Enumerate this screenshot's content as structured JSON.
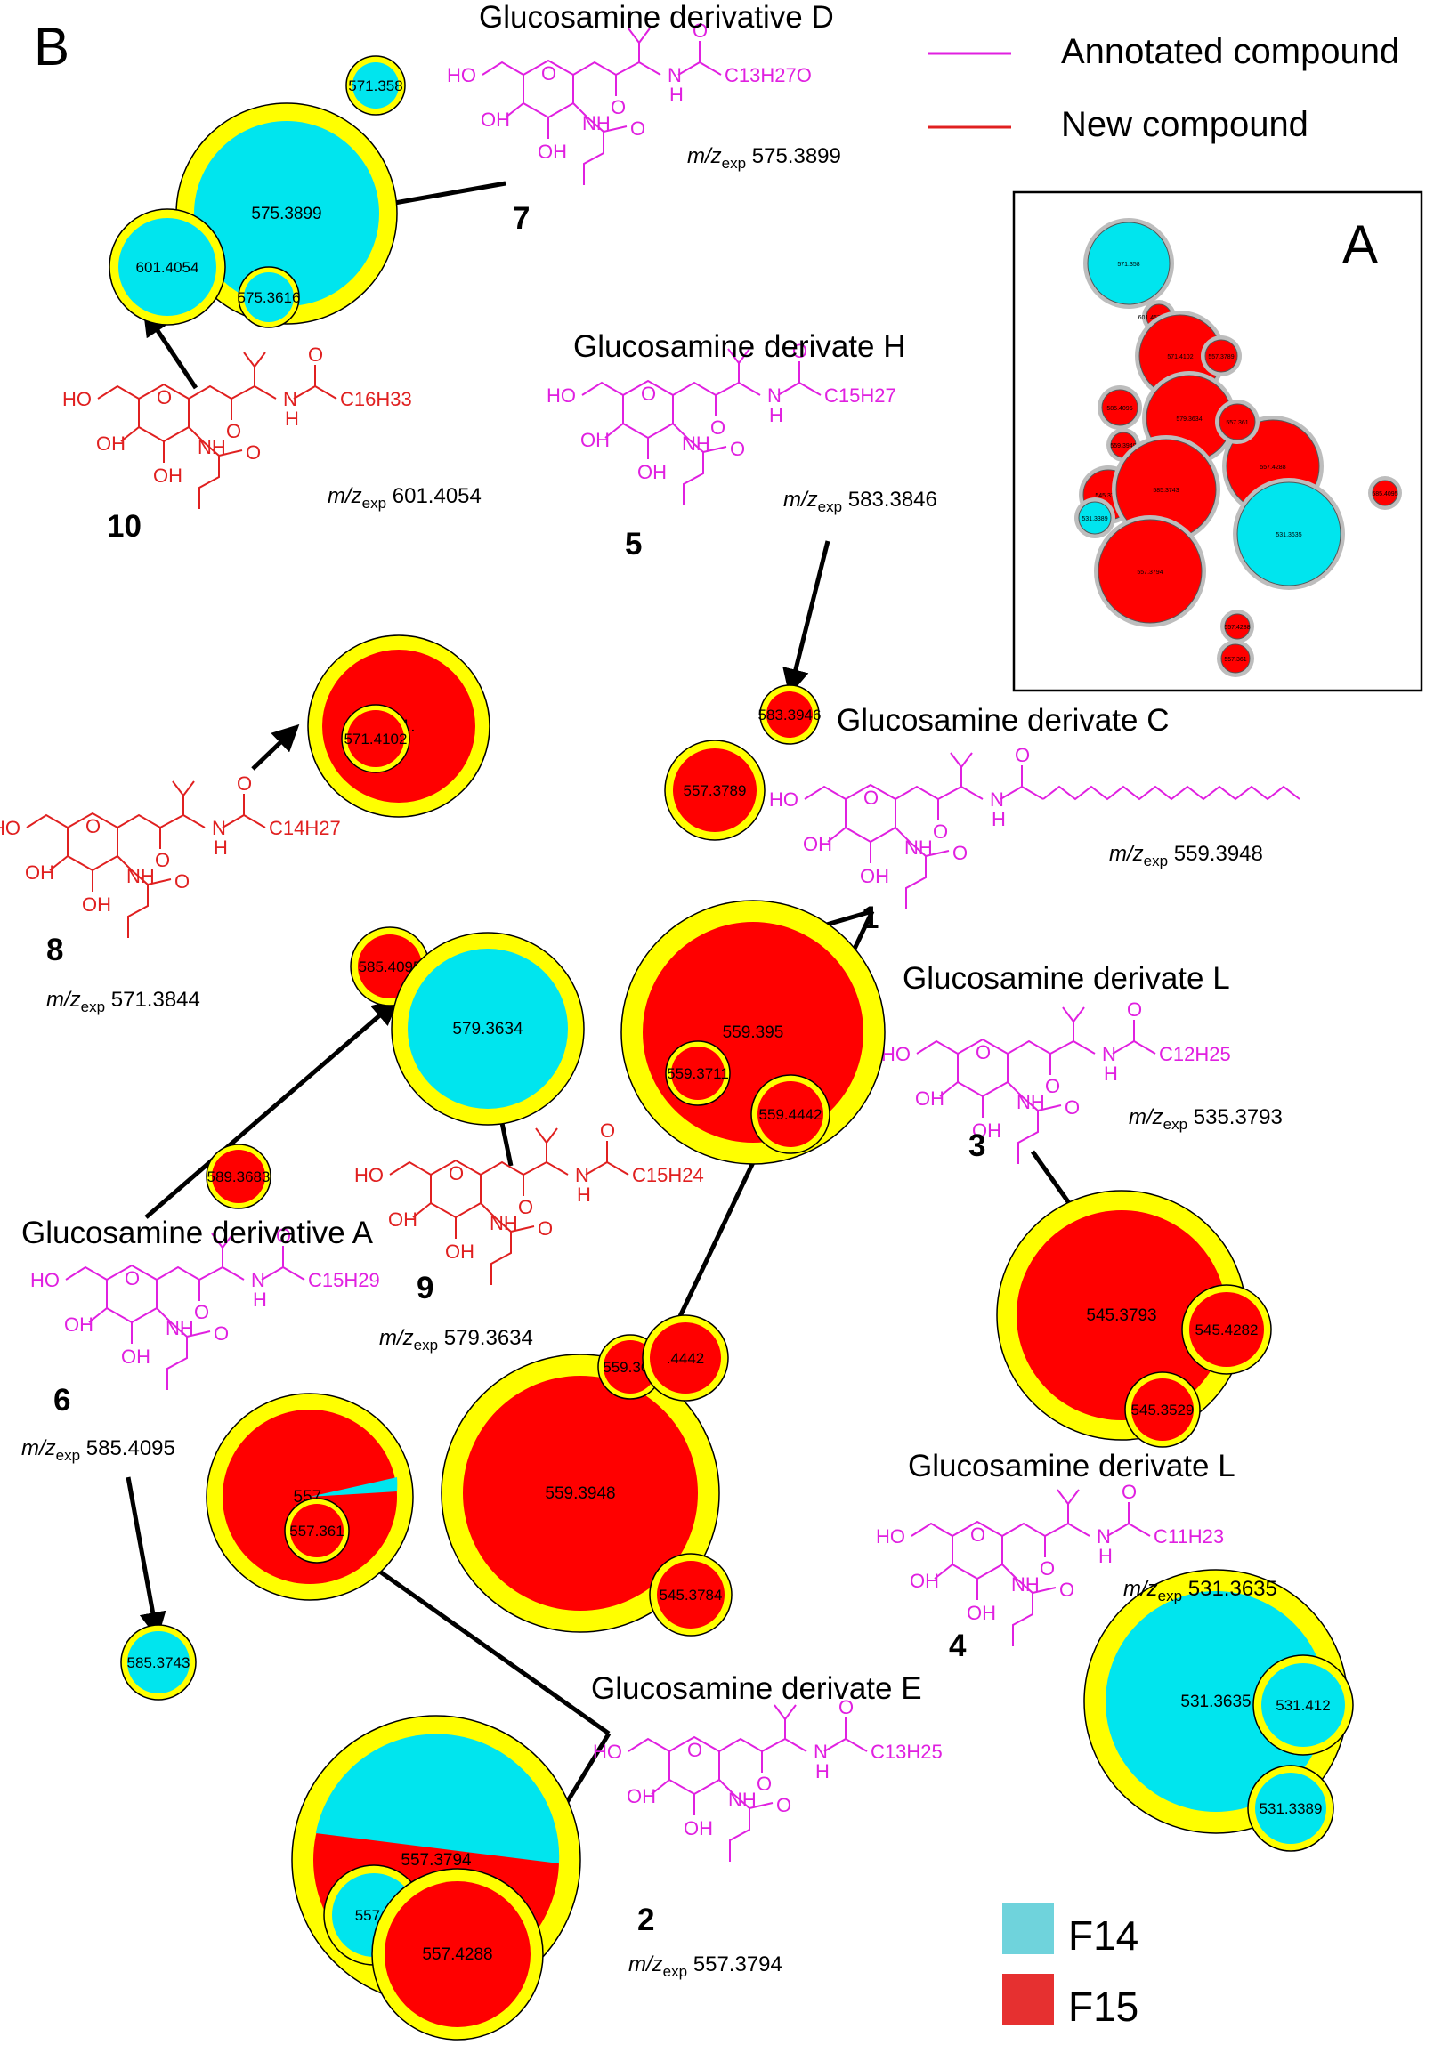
{
  "panel_b_label": "B",
  "panel_a_label": "A",
  "legend": {
    "annotated_label": "Annotated compound",
    "annotated_color": "#e020e0",
    "new_label": "New  compound",
    "new_color": "#e02020",
    "f14_label": "F14",
    "f14_color": "#6fd3dc",
    "f15_label": "F15",
    "f15_color": "#e63030"
  },
  "node_colors": {
    "cyan": "#00e5ee",
    "red": "#ff0000",
    "yellow": "#ffff00"
  },
  "compounds": [
    {
      "number": "7",
      "name": "Glucosamine derivative D",
      "acyl": "C13H27O",
      "mz_label": "m/z",
      "mz_sub": "exp",
      "mz_value": "575.3899",
      "color": "magenta"
    },
    {
      "number": "10",
      "name": "",
      "acyl": "C16H33",
      "mz_label": "m/z",
      "mz_sub": "exp",
      "mz_value": "601.4054",
      "color": "red"
    },
    {
      "number": "5",
      "name": "Glucosamine derivate H",
      "acyl": "C15H27",
      "mz_label": "m/z",
      "mz_sub": "exp",
      "mz_value": "583.3846",
      "color": "magenta"
    },
    {
      "number": "",
      "name": "Glucosamine derivate C",
      "acyl": "",
      "mz_label": "m/z",
      "mz_sub": "exp",
      "mz_value": "559.3948",
      "color": "magenta"
    },
    {
      "number": "8",
      "name": "",
      "acyl": "C14H27",
      "mz_label": "m/z",
      "mz_sub": "exp",
      "mz_value": "571.3844",
      "color": "red"
    },
    {
      "number": "3",
      "name": "Glucosamine derivate L",
      "acyl": "C12H25",
      "mz_label": "m/z",
      "mz_sub": "exp",
      "mz_value": "535.3793",
      "color": "magenta"
    },
    {
      "number": "9",
      "name": "",
      "acyl": "C15H24",
      "mz_label": "m/z",
      "mz_sub": "exp",
      "mz_value": "579.3634",
      "color": "red"
    },
    {
      "number": "6",
      "name": "Glucosamine derivative A",
      "acyl": "C15H29",
      "mz_label": "m/z",
      "mz_sub": "exp",
      "mz_value": "585.4095",
      "color": "magenta"
    },
    {
      "number": "4",
      "name": "Glucosamine derivate L",
      "acyl": "C11H23",
      "mz_label": "m/z",
      "mz_sub": "exp",
      "mz_value": "531.3635",
      "color": "magenta"
    },
    {
      "number": "2",
      "name": "Glucosamine derivate E",
      "acyl": "C13H25",
      "mz_label": "m/z",
      "mz_sub": "exp",
      "mz_value": "557.3794",
      "color": "magenta"
    }
  ],
  "cluster_label_1": "1",
  "structure_labels": {
    "ho": "HO",
    "oh": "OH",
    "nh": "NH",
    "o": "O",
    "n": "N",
    "h": "H"
  },
  "nodes": [
    {
      "label": "571.358",
      "fill": "cyan"
    },
    {
      "label": "575.3899",
      "fill": "cyan"
    },
    {
      "label": "601.4054",
      "fill": "cyan"
    },
    {
      "label": "575.3616",
      "fill": "cyan"
    },
    {
      "label": "571.",
      "fill": "red"
    },
    {
      "label": "571.4102",
      "fill": "red"
    },
    {
      "label": "583.3946",
      "fill": "red"
    },
    {
      "label": "557.3789",
      "fill": "red"
    },
    {
      "label": "585.4095",
      "fill": "red"
    },
    {
      "label": "579.3634",
      "fill": "cyan"
    },
    {
      "label": "559.395",
      "fill": "red"
    },
    {
      "label": "559.3711",
      "fill": "red"
    },
    {
      "label": "559.4442",
      "fill": "red"
    },
    {
      "label": "589.3683",
      "fill": "red"
    },
    {
      "label": "545.3793",
      "fill": "red"
    },
    {
      "label": "545.4282",
      "fill": "red"
    },
    {
      "label": "545.3529",
      "fill": "red"
    },
    {
      "label": "559.3948",
      "fill": "red"
    },
    {
      "label": "559.367",
      "fill": "red"
    },
    {
      "label": ".4442",
      "fill": "red"
    },
    {
      "label": "545.3784",
      "fill": "red"
    },
    {
      "label": "557.",
      "fill": "red"
    },
    {
      "label": "557.361",
      "fill": "red"
    },
    {
      "label": "585.3743",
      "fill": "cyan"
    },
    {
      "label": "531.3635",
      "fill": "cyan"
    },
    {
      "label": "531.412",
      "fill": "cyan"
    },
    {
      "label": "531.3389",
      "fill": "cyan"
    },
    {
      "label": "557.3794",
      "fill": "red"
    },
    {
      "label": "557.3",
      "fill": "cyan"
    },
    {
      "label": "557.4288",
      "fill": "red"
    }
  ],
  "inset_nodes": [
    {
      "label": "571.358"
    },
    {
      "label": "601.4575.3616"
    },
    {
      "label": "571.4102"
    },
    {
      "label": "557.3789"
    },
    {
      "label": "585.4095"
    },
    {
      "label": "579.3634"
    },
    {
      "label": "559.3948"
    },
    {
      "label": "545.3793"
    },
    {
      "label": "585.3743"
    },
    {
      "label": "557.4288"
    },
    {
      "label": "531.3635"
    },
    {
      "label": "531.3389"
    },
    {
      "label": "557.3794"
    },
    {
      "label": "557.361"
    }
  ]
}
